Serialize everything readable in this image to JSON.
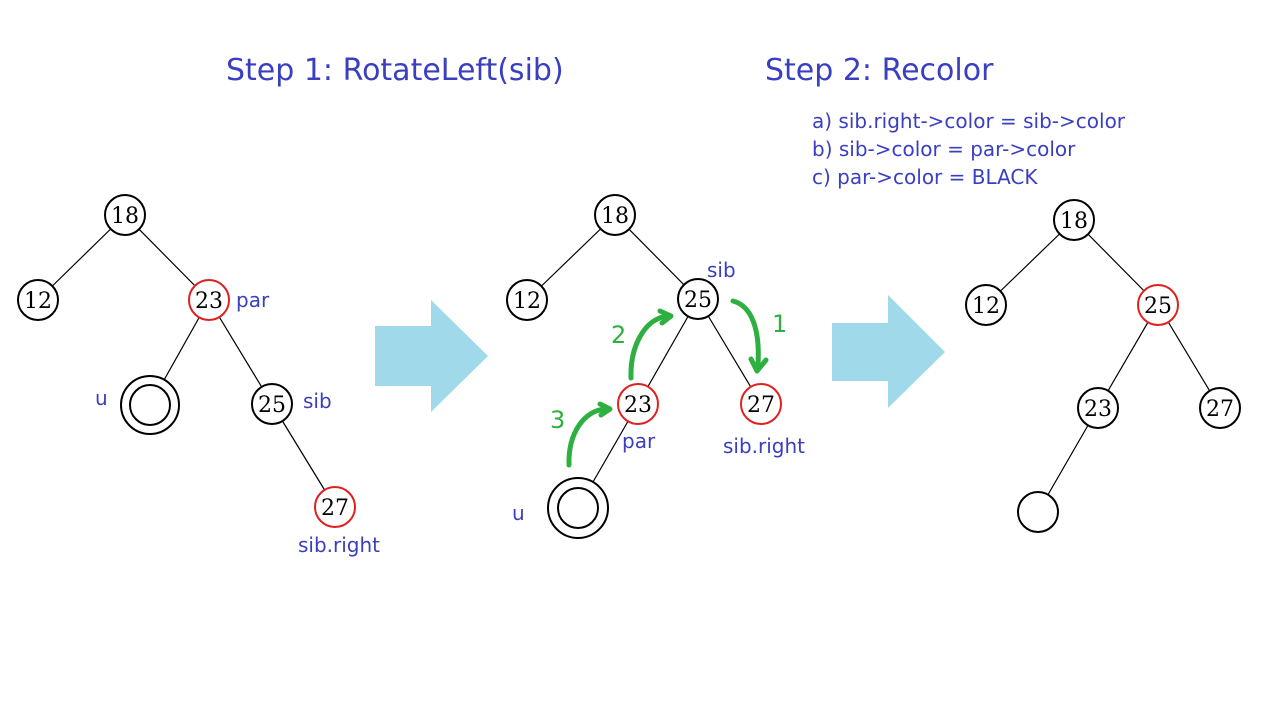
{
  "titles": {
    "step1": "Step 1: RotateLeft(sib)",
    "step2": "Step 2: Recolor"
  },
  "recolor_steps": [
    "a) sib.right->color = sib->color",
    "b) sib->color = par->color",
    "c) par->color = BLACK"
  ],
  "colors": {
    "title": "#3a3fc0",
    "red_node": "#e02020",
    "black_node": "#000000",
    "big_arrow": "#9fd9ea",
    "step_arrow": "#2db040"
  },
  "trees": [
    {
      "name": "before",
      "nodes": [
        {
          "id": "n18",
          "value": "18",
          "color": "black"
        },
        {
          "id": "n12",
          "value": "12",
          "color": "black"
        },
        {
          "id": "n23",
          "value": "23",
          "color": "red"
        },
        {
          "id": "nu",
          "value": "",
          "color": "black",
          "double": true
        },
        {
          "id": "n25",
          "value": "25",
          "color": "black"
        },
        {
          "id": "n27",
          "value": "27",
          "color": "red"
        }
      ],
      "labels": [
        {
          "for": "n23",
          "text": "par"
        },
        {
          "for": "n25",
          "text": "sib"
        },
        {
          "for": "nu",
          "text": "u"
        },
        {
          "for": "n27",
          "text": "sib.right"
        }
      ]
    },
    {
      "name": "after-rotate",
      "nodes": [
        {
          "id": "n18",
          "value": "18",
          "color": "black"
        },
        {
          "id": "n12",
          "value": "12",
          "color": "black"
        },
        {
          "id": "n25",
          "value": "25",
          "color": "black"
        },
        {
          "id": "n23",
          "value": "23",
          "color": "red"
        },
        {
          "id": "n27",
          "value": "27",
          "color": "red"
        },
        {
          "id": "nu",
          "value": "",
          "color": "black",
          "double": true
        }
      ],
      "labels": [
        {
          "for": "n25",
          "text": "sib"
        },
        {
          "for": "n23",
          "text": "par"
        },
        {
          "for": "n27",
          "text": "sib.right"
        },
        {
          "for": "nu",
          "text": "u"
        }
      ],
      "steps": [
        "1",
        "2",
        "3"
      ]
    },
    {
      "name": "after-recolor",
      "nodes": [
        {
          "id": "n18",
          "value": "18",
          "color": "black"
        },
        {
          "id": "n12",
          "value": "12",
          "color": "black"
        },
        {
          "id": "n25",
          "value": "25",
          "color": "red"
        },
        {
          "id": "n23",
          "value": "23",
          "color": "black"
        },
        {
          "id": "n27",
          "value": "27",
          "color": "black"
        },
        {
          "id": "nu",
          "value": "",
          "color": "black"
        }
      ],
      "labels": []
    }
  ]
}
